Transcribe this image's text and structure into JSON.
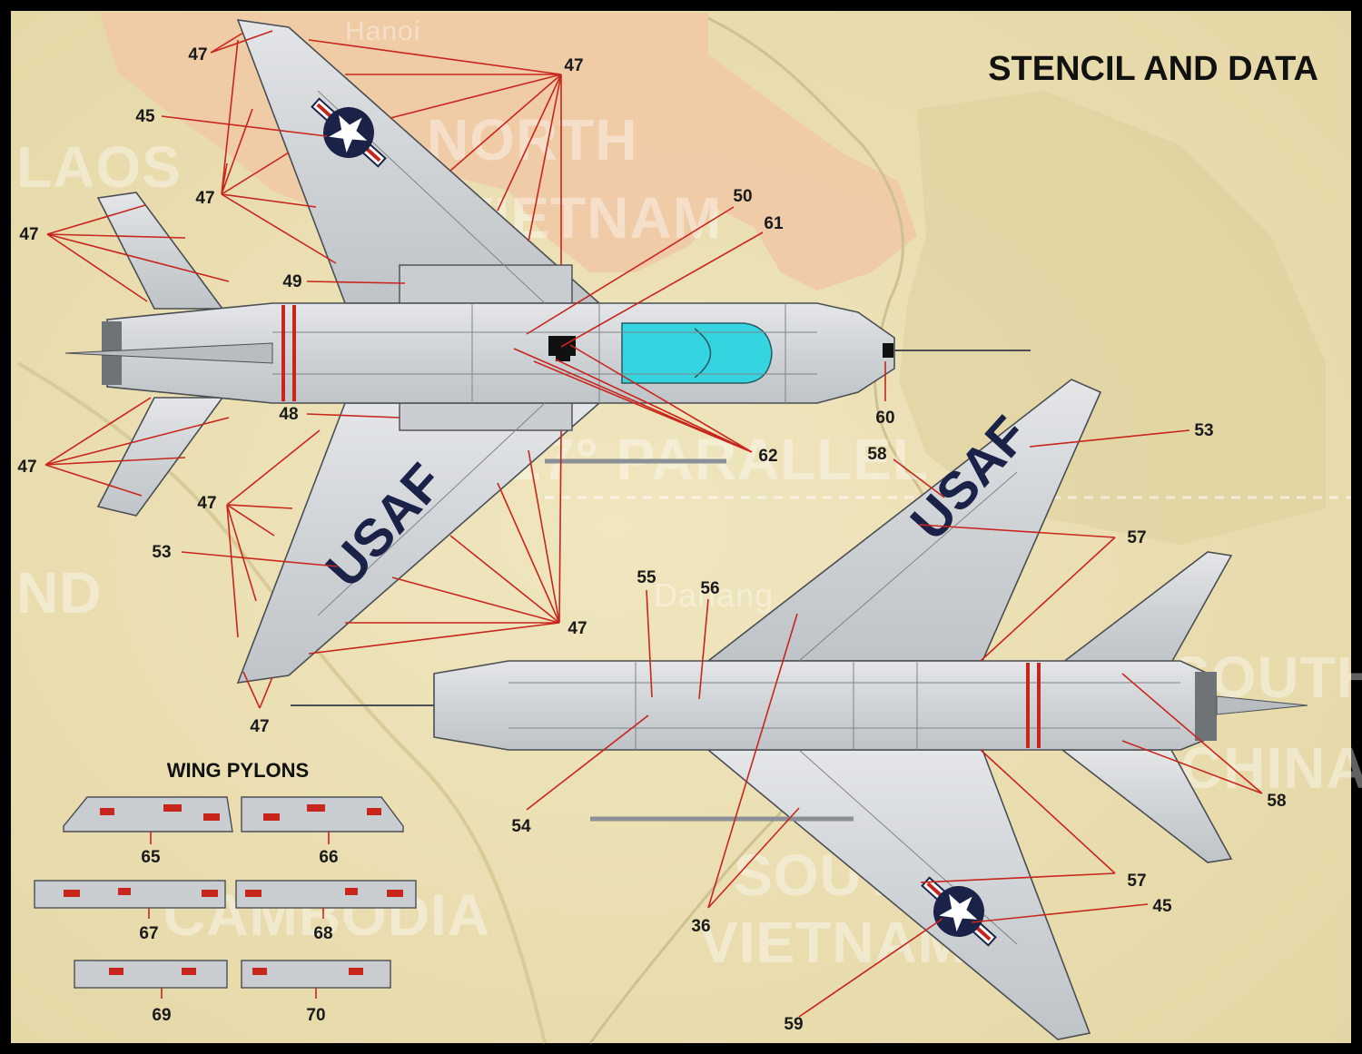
{
  "title": "STENCIL AND DATA",
  "pylons_heading": "WING PYLONS",
  "map_labels": {
    "north": "NORTH",
    "vietnam_north": "VIETNAM",
    "laos": "LAOS",
    "hanoi": "Hanoi",
    "parallel": "17° PARALLEL",
    "danang": "Danang",
    "south_vn": "SOUTH",
    "vietnam_south": "VIETNAM",
    "cambodia": "CAMBODIA",
    "thailand": "ND",
    "south_right": "SOUTH",
    "china_right": "CHINA"
  },
  "markings": {
    "usaf": "USAF"
  },
  "callouts": {
    "c47_top_left": "47",
    "c47_top_right": "47",
    "c45_top": "45",
    "c47_mid_left": "47",
    "c47_tail_top": "47",
    "c49": "49",
    "c50": "50",
    "c61": "61",
    "c60": "60",
    "c48": "48",
    "c47_tail_bottom": "47",
    "c62": "62",
    "c47_lower_left": "47",
    "c53_left": "53",
    "c47_lower_right": "47",
    "c47_bottom": "47",
    "c58_upper": "58",
    "c53_right": "53",
    "c57_upper": "57",
    "c55": "55",
    "c56": "56",
    "c54": "54",
    "c58_right": "58",
    "c36": "36",
    "c57_lower": "57",
    "c45_lower": "45",
    "c59": "59",
    "p65": "65",
    "p66": "66",
    "p67": "67",
    "p68": "68",
    "p69": "69",
    "p70": "70"
  },
  "colors": {
    "map_background": "#ece1b4",
    "north_vietnam": "#f1c7a4",
    "airframe_silver": "#d6d9dc",
    "canopy": "#34d4e0",
    "leader_red": "#c8261d",
    "insignia_blue": "#1b2248",
    "frame": "#000000"
  }
}
